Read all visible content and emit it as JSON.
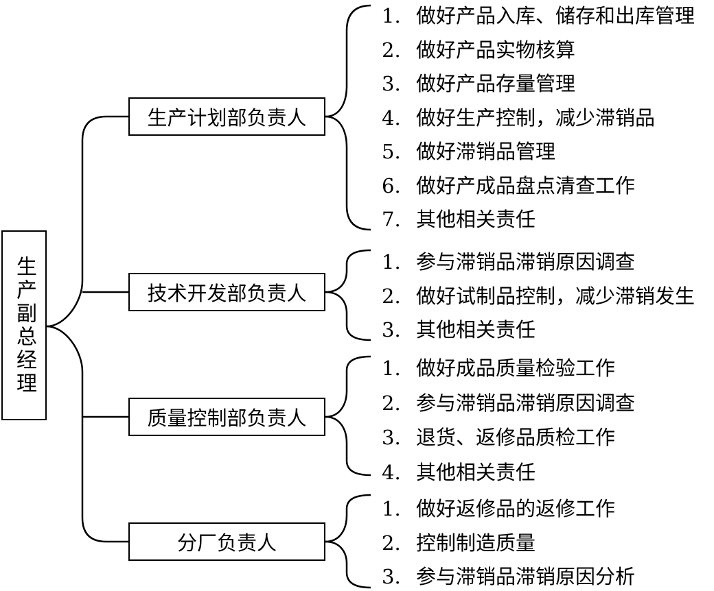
{
  "root": {
    "label": "生产副总经理"
  },
  "departments": [
    {
      "label": "生产计划部负责人",
      "items": [
        "做好产品入库、储存和出库管理",
        "做好产品实物核算",
        "做好产品存量管理",
        "做好生产控制，减少滞销品",
        "做好滞销品管理",
        "做好产成品盘点清查工作",
        "其他相关责任"
      ]
    },
    {
      "label": "技术开发部负责人",
      "items": [
        "参与滞销品滞销原因调查",
        "做好试制品控制，减少滞销发生",
        "其他相关责任"
      ]
    },
    {
      "label": "质量控制部负责人",
      "items": [
        "做好成品质量检验工作",
        "参与滞销品滞销原因调查",
        "退货、返修品质检工作",
        "其他相关责任"
      ]
    },
    {
      "label": "分厂负责人",
      "items": [
        "做好返修品的返修工作",
        "控制制造质量",
        "参与滞销品滞销原因分析"
      ]
    }
  ],
  "number_suffix": ". ",
  "colors": {
    "line": "#000000",
    "background": "#ffffff",
    "text": "#000000"
  }
}
